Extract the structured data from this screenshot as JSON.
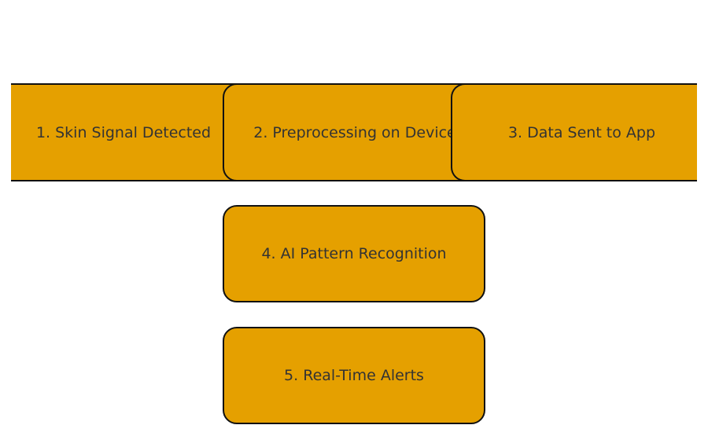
{
  "diagram": {
    "steps": [
      {
        "label": "1. Skin Signal Detected"
      },
      {
        "label": "2. Preprocessing on Device"
      },
      {
        "label": "3. Data Sent to App"
      },
      {
        "label": "4. AI Pattern Recognition"
      },
      {
        "label": "5. Real-Time Alerts"
      }
    ]
  },
  "colors": {
    "node_fill": "#E5A000",
    "node_border": "#111111",
    "text": "#333333",
    "background": "#FFFFFF"
  }
}
